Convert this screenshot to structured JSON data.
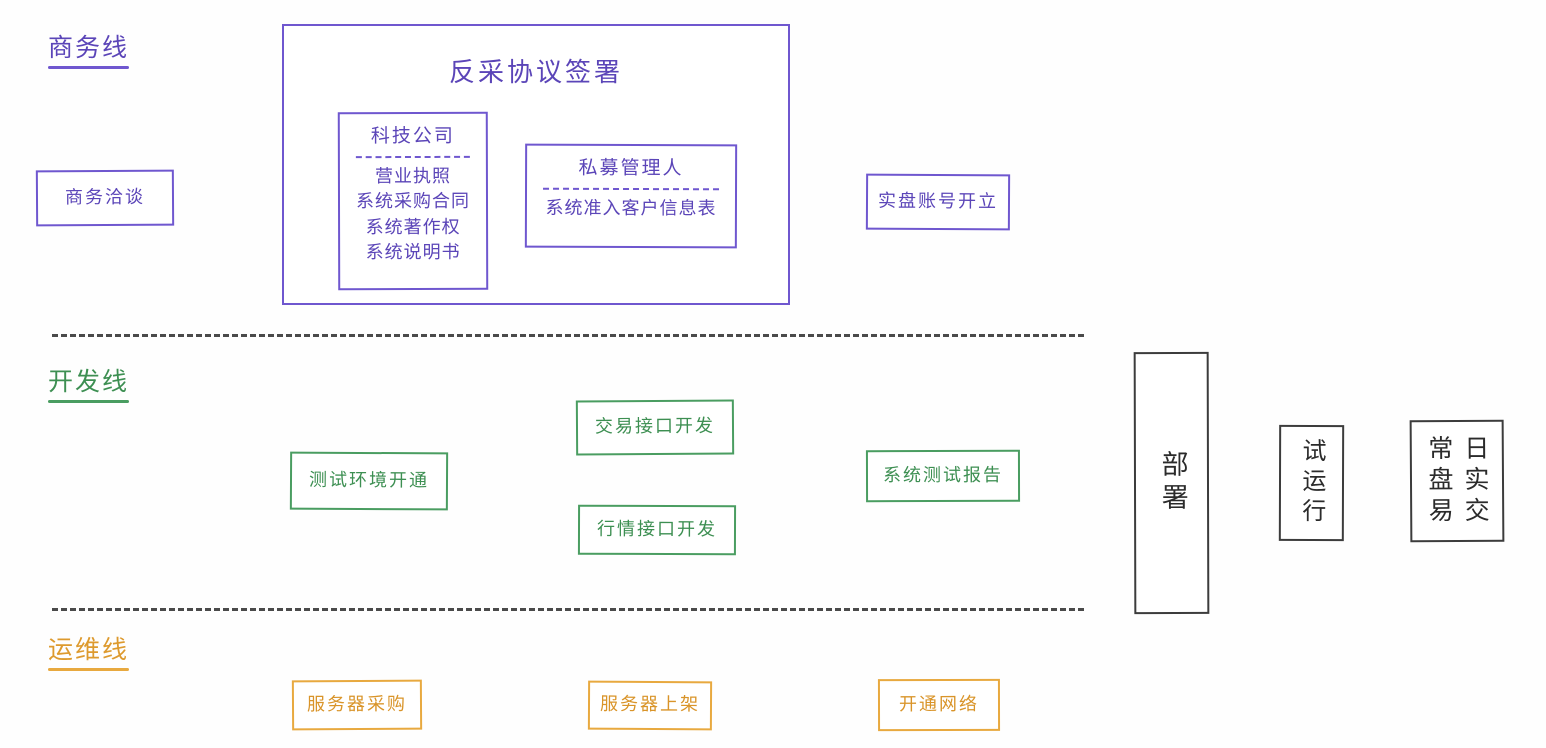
{
  "lanes": [
    {
      "id": "business",
      "label": "商务线",
      "color": "#5b45b8"
    },
    {
      "id": "develop",
      "label": "开发线",
      "color": "#3d8f52"
    },
    {
      "id": "operation",
      "label": "运维线",
      "color": "#dd9a2e"
    }
  ],
  "business_lane": {
    "negotiation_box": "商务洽谈",
    "account_box": "实盘账号开立",
    "agreement_container": {
      "title": "反采协议签署",
      "tech_company": {
        "heading": "科技公司",
        "items": [
          "营业执照",
          "系统采购合同",
          "系统著作权",
          "系统说明书"
        ]
      },
      "fund_manager": {
        "heading": "私募管理人",
        "items": [
          "系统准入客户信息表"
        ]
      }
    }
  },
  "develop_lane": {
    "boxes": [
      "测试环境开通",
      "交易接口开发",
      "行情接口开发",
      "系统测试报告"
    ]
  },
  "operation_lane": {
    "boxes": [
      "服务器采购",
      "服务器上架",
      "开通网络"
    ]
  },
  "final_stages": [
    {
      "id": "deploy",
      "label": "部署",
      "orientation": "vertical"
    },
    {
      "id": "trial",
      "label": "试运行",
      "orientation": "vertical"
    },
    {
      "id": "daily-trade",
      "label": "日常实盘交易",
      "orientation": "vertical-two-column",
      "column_right": "日实交",
      "column_left": "常盘易"
    }
  ],
  "colors": {
    "purple": "#6f57cf",
    "green": "#4a9d61",
    "orange": "#e8a93f",
    "dark": "#3c3c3c",
    "divider": "#4a4a4a"
  }
}
